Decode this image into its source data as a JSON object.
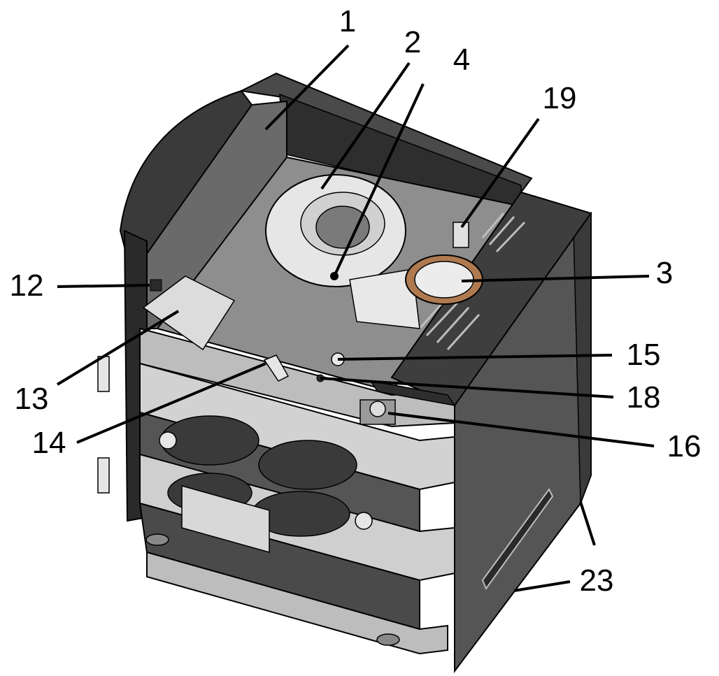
{
  "callouts": [
    {
      "id": "1",
      "label": "1"
    },
    {
      "id": "2",
      "label": "2"
    },
    {
      "id": "4",
      "label": "4"
    },
    {
      "id": "19",
      "label": "19"
    },
    {
      "id": "3",
      "label": "3"
    },
    {
      "id": "12",
      "label": "12"
    },
    {
      "id": "15",
      "label": "15"
    },
    {
      "id": "13",
      "label": "13"
    },
    {
      "id": "18",
      "label": "18"
    },
    {
      "id": "14",
      "label": "14"
    },
    {
      "id": "16",
      "label": "16"
    },
    {
      "id": "23",
      "label": "23"
    }
  ],
  "colors": {
    "panel_dark": "#3a3a3a",
    "panel_mid": "#5a5a5a",
    "top_plate": "#8e8e8e",
    "light_part": "#dcdcdc",
    "outline": "#000000"
  }
}
